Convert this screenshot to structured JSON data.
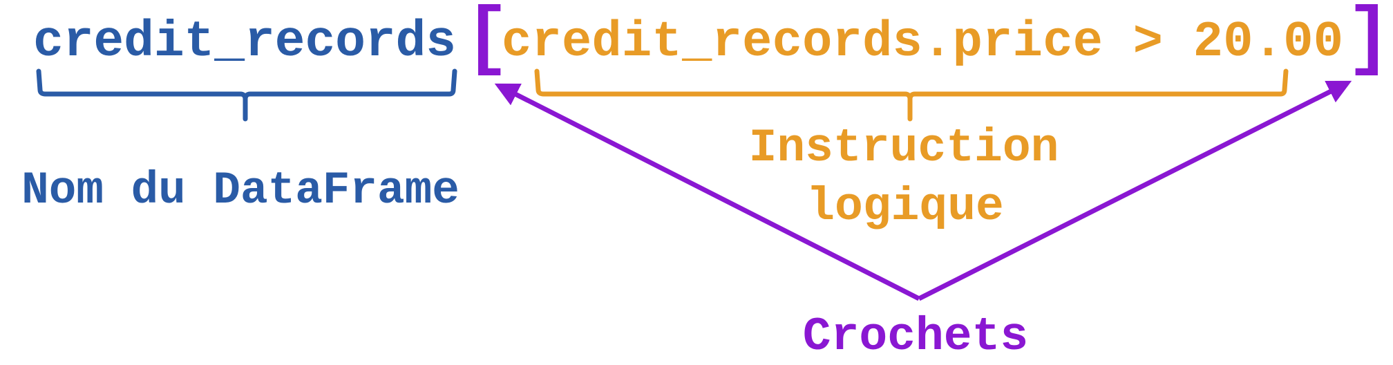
{
  "colors": {
    "blue": "#2a5ba6",
    "orange": "#e89b26",
    "purple": "#8a17d2"
  },
  "code": {
    "dataframe": "credit_records",
    "open_bracket": "[",
    "condition": "credit_records.price > 20.00",
    "close_bracket": "]"
  },
  "labels": {
    "dataframe_name": "Nom du DataFrame",
    "instruction_line1": "Instruction",
    "instruction_line2": "logique",
    "brackets": "Crochets"
  }
}
